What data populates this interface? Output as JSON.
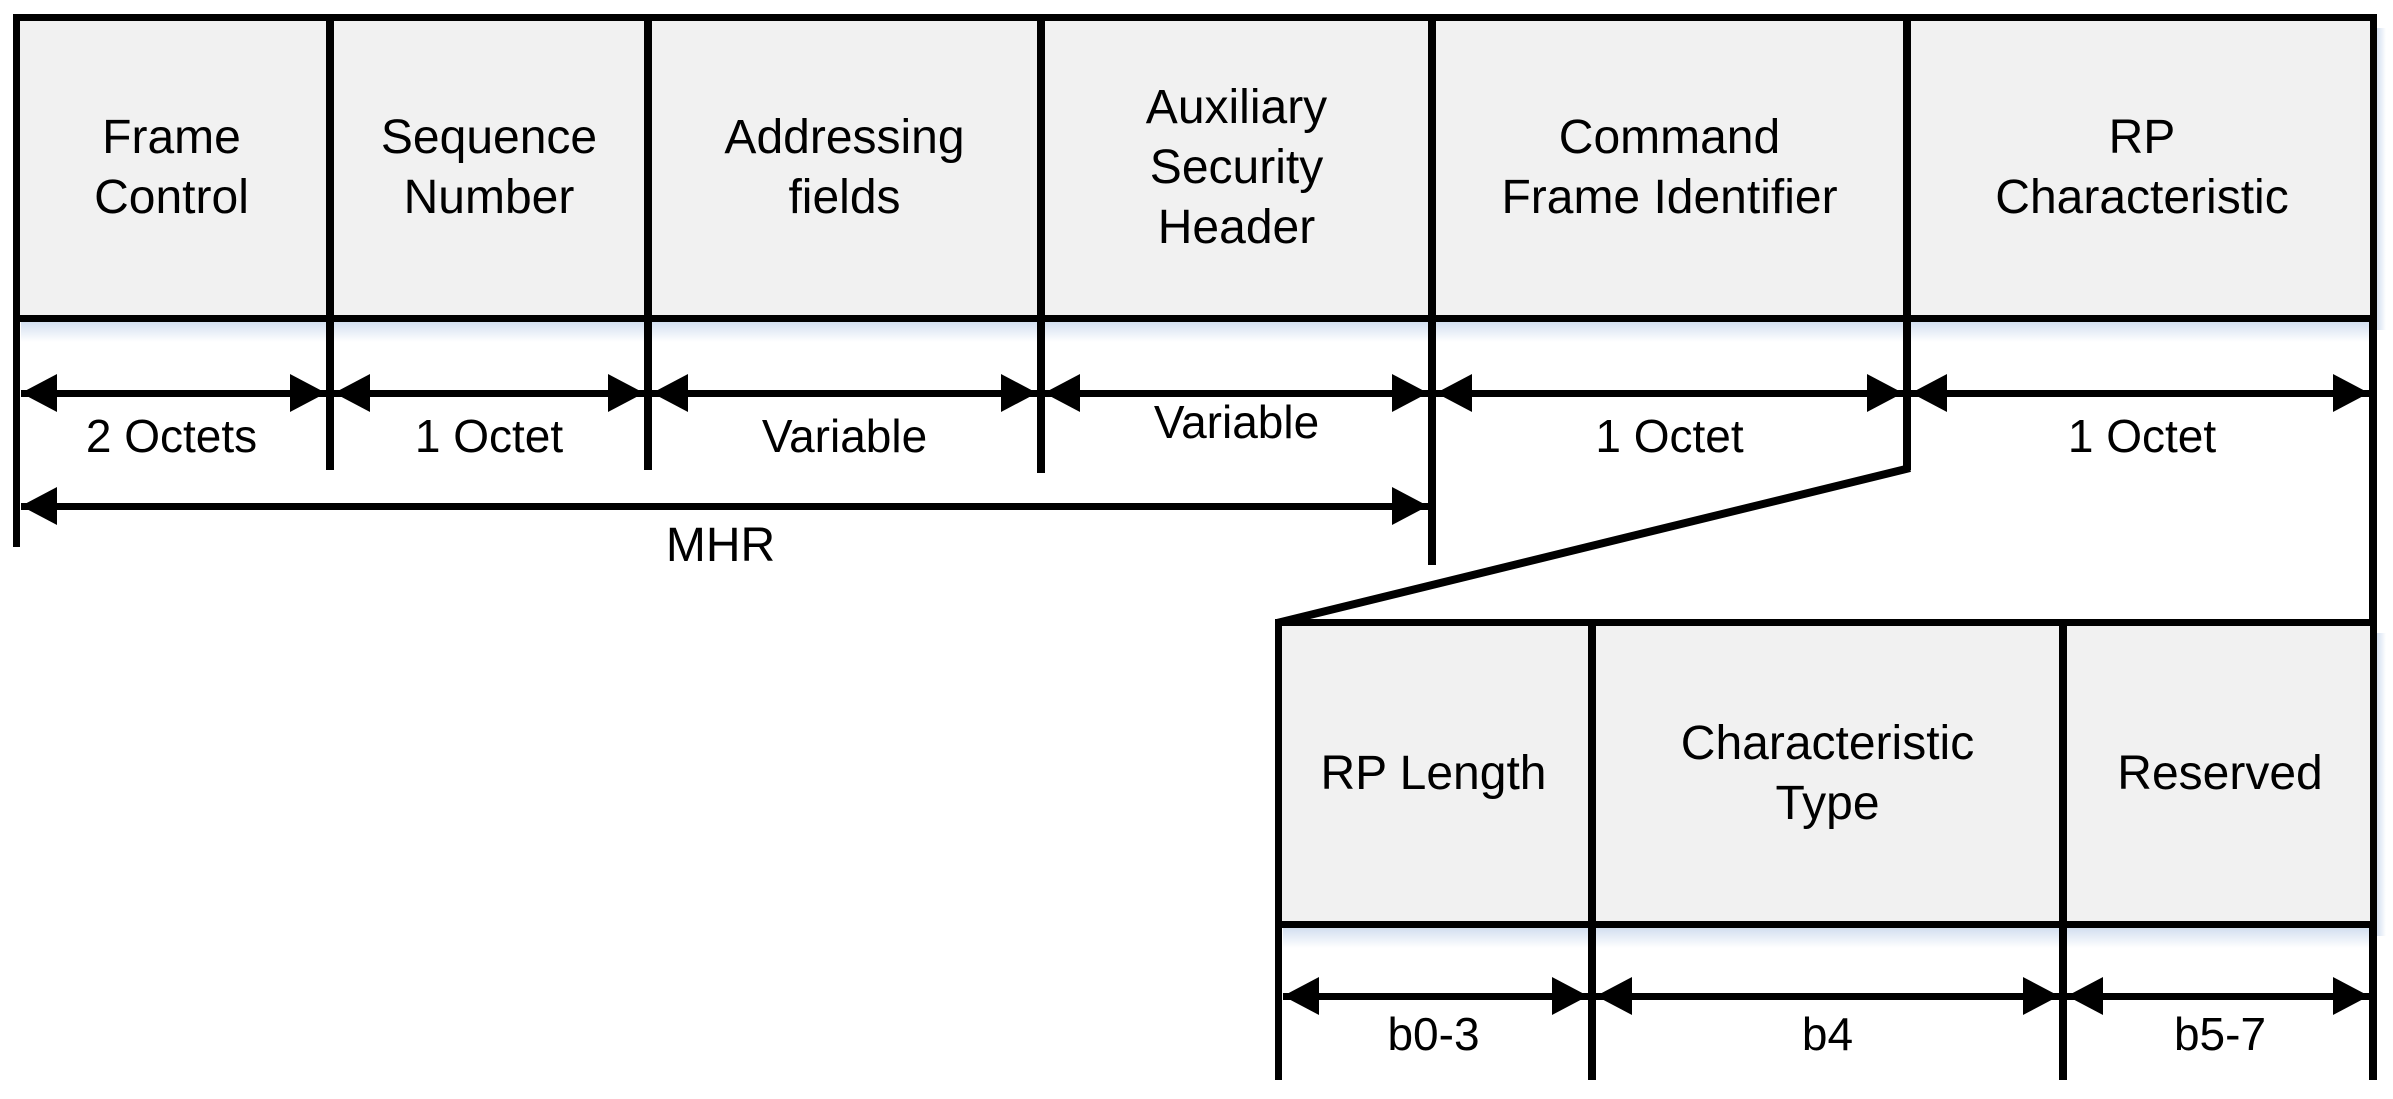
{
  "main_row": {
    "fields": [
      {
        "label": "Frame\nControl",
        "size": "2 Octets"
      },
      {
        "label": "Sequence\nNumber",
        "size": "1 Octet"
      },
      {
        "label": "Addressing\nfields",
        "size": "Variable"
      },
      {
        "label": "Auxiliary\nSecurity\nHeader",
        "size": "Variable"
      },
      {
        "label": "Command\nFrame Identifier",
        "size": "1 Octet"
      },
      {
        "label": "RP\nCharacteristic",
        "size": "1 Octet"
      }
    ],
    "span_label": "MHR"
  },
  "sub_row": {
    "fields": [
      {
        "label": "RP Length",
        "size": "b0-3"
      },
      {
        "label": "Characteristic\nType",
        "size": "b4"
      },
      {
        "label": "Reserved",
        "size": "b5-7"
      }
    ]
  },
  "colors": {
    "box_fill": "#f1f1f1",
    "line": "#000000",
    "shadow_blue": "#d3dff0"
  }
}
